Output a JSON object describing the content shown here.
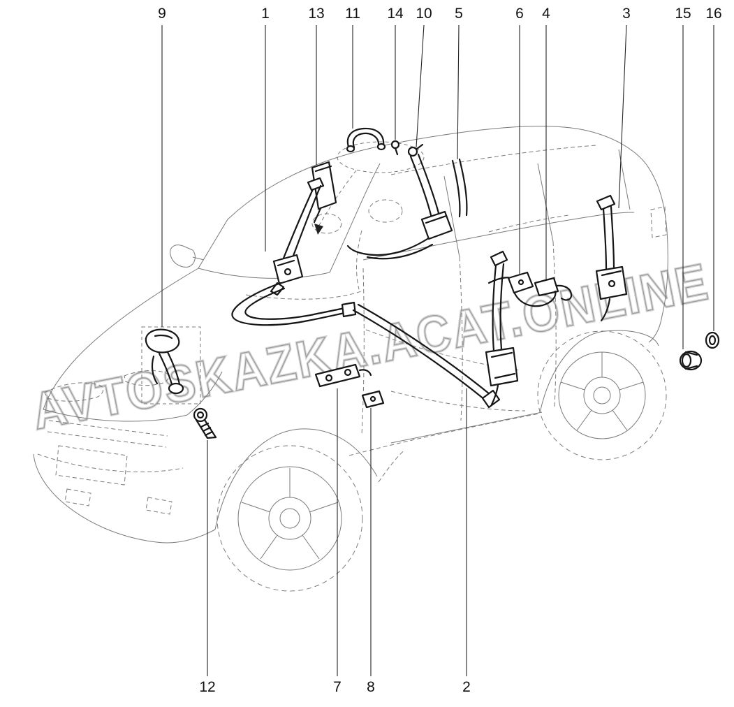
{
  "watermark": {
    "text": "AVTOSKAZKA.ACAT.ONLINE"
  },
  "callouts": {
    "top": [
      {
        "label": "9"
      },
      {
        "label": "1"
      },
      {
        "label": "13"
      },
      {
        "label": "11"
      },
      {
        "label": "14"
      },
      {
        "label": "10"
      },
      {
        "label": "5"
      },
      {
        "label": "6"
      },
      {
        "label": "4"
      },
      {
        "label": "3"
      },
      {
        "label": "15"
      },
      {
        "label": "16"
      }
    ],
    "bottom": [
      {
        "label": "12"
      },
      {
        "label": "7"
      },
      {
        "label": "8"
      },
      {
        "label": "2"
      }
    ]
  }
}
